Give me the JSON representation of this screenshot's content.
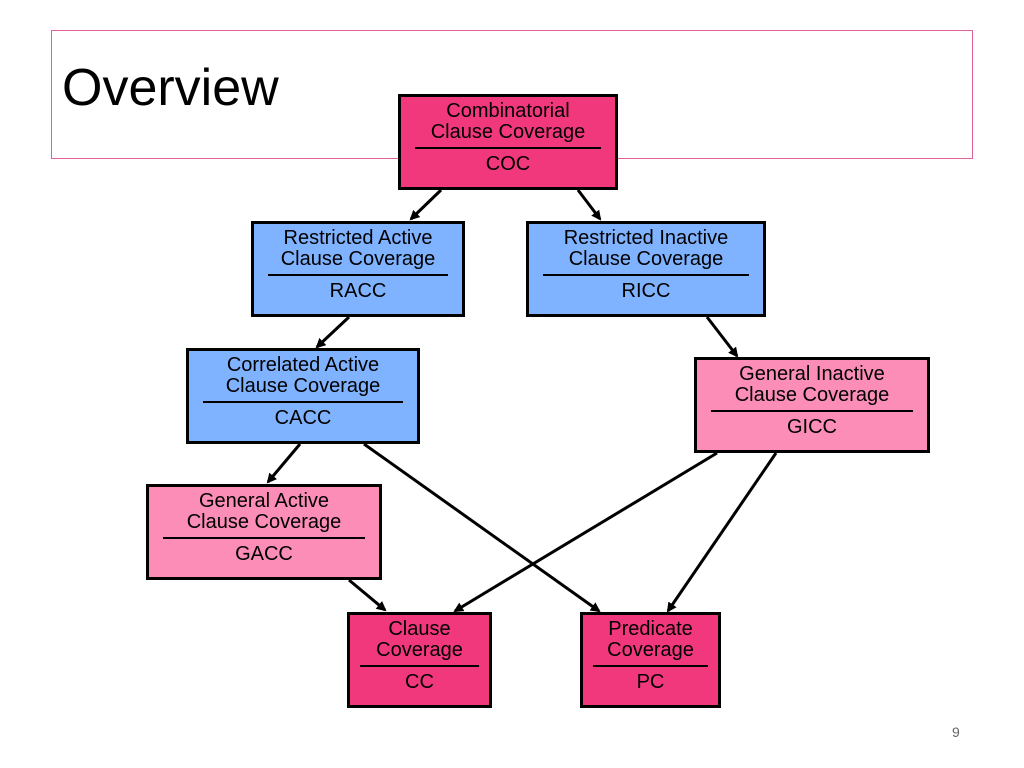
{
  "slide": {
    "title": "Overview",
    "page_number": "9"
  },
  "colors": {
    "strongest": "#f2387c",
    "restricted": "#80b3ff",
    "general": "#fb8db7",
    "frame": "#e0609a"
  },
  "nodes": {
    "coc": {
      "name": "Combinatorial Clause Coverage",
      "abbr": "COC"
    },
    "racc": {
      "name": "Restricted Active Clause Coverage",
      "abbr": "RACC"
    },
    "ricc": {
      "name": "Restricted Inactive Clause Coverage",
      "abbr": "RICC"
    },
    "cacc": {
      "name": "Correlated Active Clause Coverage",
      "abbr": "CACC"
    },
    "gicc": {
      "name": "General Inactive Clause Coverage",
      "abbr": "GICC"
    },
    "gacc": {
      "name": "General Active Clause Coverage",
      "abbr": "GACC"
    },
    "cc": {
      "name": "Clause Coverage",
      "abbr": "CC"
    },
    "pc": {
      "name": "Predicate Coverage",
      "abbr": "PC"
    }
  },
  "edges": [
    {
      "from": "COC",
      "to": "RACC"
    },
    {
      "from": "COC",
      "to": "RICC"
    },
    {
      "from": "RACC",
      "to": "CACC"
    },
    {
      "from": "RICC",
      "to": "GICC"
    },
    {
      "from": "CACC",
      "to": "GACC"
    },
    {
      "from": "CACC",
      "to": "PC"
    },
    {
      "from": "GACC",
      "to": "CC"
    },
    {
      "from": "GICC",
      "to": "CC"
    },
    {
      "from": "GICC",
      "to": "PC"
    }
  ]
}
